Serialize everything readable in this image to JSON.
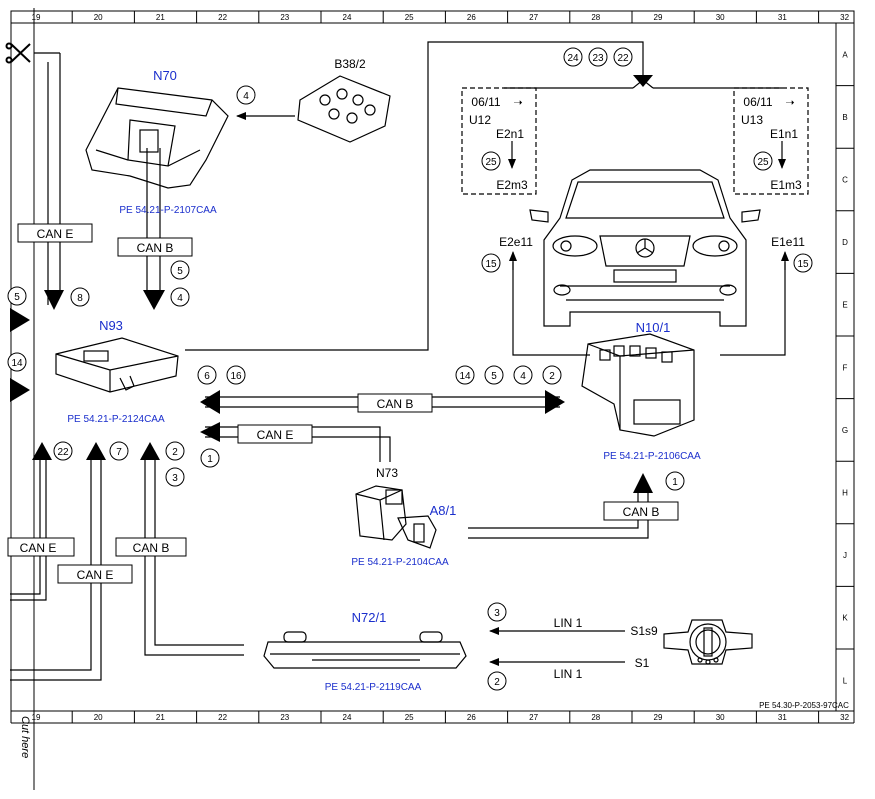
{
  "grid": {
    "columns": [
      "19",
      "20",
      "21",
      "22",
      "23",
      "24",
      "25",
      "26",
      "27",
      "28",
      "29",
      "30",
      "31",
      "32"
    ],
    "rows": [
      "A",
      "B",
      "C",
      "D",
      "E",
      "F",
      "G",
      "H",
      "J",
      "K",
      "L"
    ]
  },
  "doc_id": "PE 54.30-P-2053-97CAC",
  "cut_here": "Cut here",
  "components": {
    "n70": {
      "name": "N70",
      "ref": "PE 54.21-P-2107CAA"
    },
    "b38_2": {
      "name": "B38/2"
    },
    "n93": {
      "name": "N93",
      "ref": "PE 54.21-P-2124CAA"
    },
    "n10_1": {
      "name": "N10/1",
      "ref": "PE 54.21-P-2106CAA"
    },
    "n73": {
      "name": "N73"
    },
    "a8_1": {
      "name": "A8/1",
      "ref": "PE 54.21-P-2104CAA"
    },
    "n72_1": {
      "name": "N72/1",
      "ref": "PE 54.21-P-2119CAA"
    },
    "s1s9": {
      "name": "S1s9"
    },
    "s1": {
      "name": "S1"
    },
    "e2e11": {
      "name": "E2e11"
    },
    "e1e11": {
      "name": "E1e11"
    },
    "u12": {
      "date": "06/11",
      "arrow": "➝",
      "code": "U12",
      "from": "E2n1",
      "to": "E2m3"
    },
    "u13": {
      "date": "06/11",
      "arrow": "➝",
      "code": "U13",
      "from": "E1n1",
      "to": "E1m3"
    }
  },
  "bus": {
    "can_e": "CAN E",
    "can_b": "CAN B",
    "lin_1": "LIN 1"
  },
  "circles": {
    "c24": "24",
    "c23": "23",
    "c22": "22",
    "c4_b38": "4",
    "c5_canb": "5",
    "c4_canb": "4",
    "c5_left": "5",
    "c8_left": "8",
    "c14_left": "14",
    "c6": "6",
    "c16": "16",
    "c14_r": "14",
    "c5_r": "5",
    "c4_r": "4",
    "c2_r": "2",
    "c1_cane": "1",
    "c22_b": "22",
    "c7_b": "7",
    "c2_b": "2",
    "c3_b": "3",
    "c25_l": "25",
    "c25_r": "25",
    "c15_l": "15",
    "c15_r": "15",
    "c1_n10": "1",
    "c3_lin": "3",
    "c2_lin": "2"
  }
}
